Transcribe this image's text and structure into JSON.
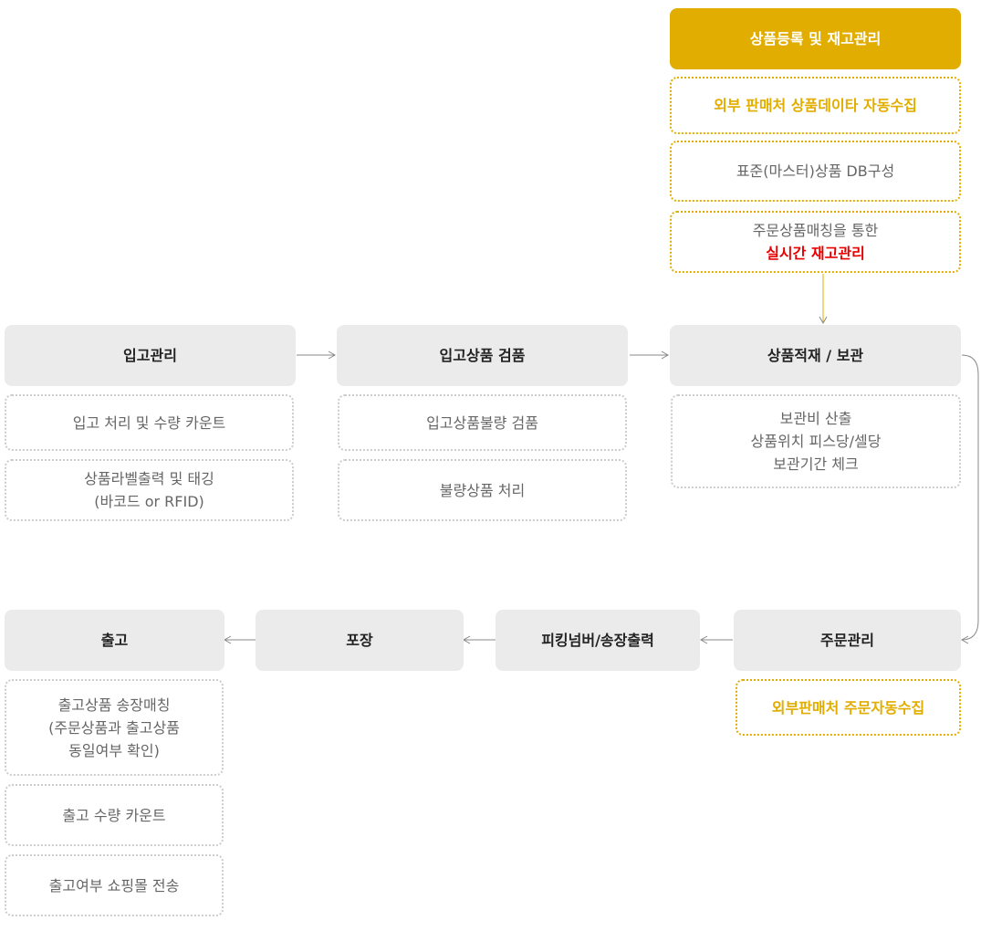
{
  "colors": {
    "gold": "#e1ad01",
    "head_bg": "#ebebeb",
    "dotted": "#cccccc",
    "highlight_red": "#e60000"
  },
  "registration": {
    "title": "상품등록 및 재고관리",
    "items": [
      "외부 판매처 상품데이타 자동수집",
      "표준(마스터)상품 DB구성"
    ],
    "realtime": {
      "line1": "주문상품매칭을 통한",
      "line2": "실시간 재고관리"
    }
  },
  "inbound": {
    "title": "입고관리",
    "items": [
      "입고 처리 및 수량 카운트"
    ],
    "label": {
      "line1": "상품라벨출력 및 태깅",
      "line2": "(바코드 or RFID)"
    }
  },
  "inspection": {
    "title": "입고상품 검품",
    "items": [
      "입고상품불량 검품",
      "불량상품 처리"
    ]
  },
  "storage": {
    "title": "상품적재 / 보관",
    "lines": [
      "보관비 산출",
      "상품위치 피스당/셀당",
      "보관기간 체크"
    ]
  },
  "order": {
    "title": "주문관리",
    "items": [
      "외부판매처 주문자동수집"
    ]
  },
  "picking": {
    "title": "피킹넘버/송장출력"
  },
  "packing": {
    "title": "포장"
  },
  "outbound": {
    "title": "출고",
    "matching": [
      "출고상품 송장매칭",
      "(주문상품과 출고상품",
      "동일여부 확인)"
    ],
    "items": [
      "출고 수량 카운트",
      "출고여부 쇼핑몰 전송"
    ]
  }
}
